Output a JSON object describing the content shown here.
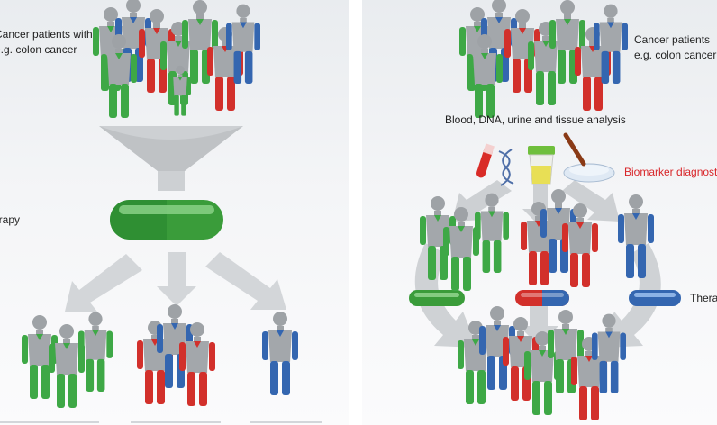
{
  "left_panel": {
    "caption_line1": "Cancer patients with",
    "caption_line2": "e.g. colon cancer",
    "therapy_label": "Therapy"
  },
  "right_panel": {
    "caption_line1": "Cancer patients",
    "caption_line2": "e.g. colon cancer",
    "analysis_label": "Blood, DNA, urine and tissue analysis",
    "biomarker_label": "Biomarker diagnostics",
    "therapy_label": "Therapy"
  },
  "colors": {
    "green": "#3ea846",
    "red": "#d2302b",
    "blue": "#3466b0",
    "body_gray": "#a3a7ab",
    "head_gray": "#9ea2a6",
    "arrow_gray": "#c7cacd",
    "pill_green": "#3a9c3a"
  }
}
